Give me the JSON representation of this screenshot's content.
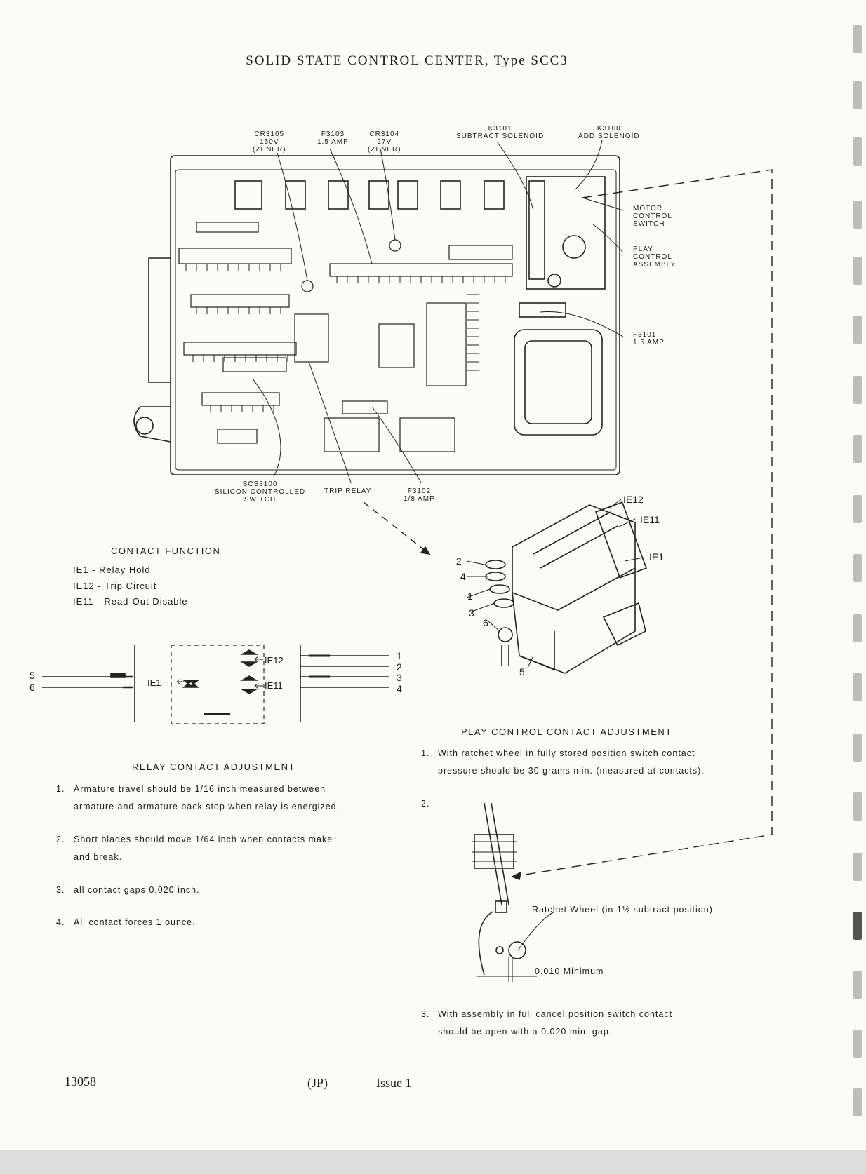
{
  "header": {
    "title": "SOLID STATE CONTROL CENTER, Type SCC3"
  },
  "board_labels": {
    "cr3105": {
      "code": "CR3105",
      "sub1": "150V",
      "sub2": "(ZENER)"
    },
    "f3103": {
      "code": "F3103",
      "sub1": "1.5 AMP"
    },
    "cr3104": {
      "code": "CR3104",
      "sub1": "27V",
      "sub2": "(ZENER)"
    },
    "k3101": {
      "code": "K3101",
      "sub1": "SUBTRACT SOLENOID"
    },
    "k3100": {
      "code": "K3100",
      "sub1": "ADD SOLENOID"
    },
    "motor_control": [
      "MOTOR",
      "CONTROL",
      "SWITCH"
    ],
    "play_control": [
      "PLAY",
      "CONTROL",
      "ASSEMBLY"
    ],
    "f3101": {
      "code": "F3101",
      "sub1": "1.5 AMP"
    },
    "scs3100": {
      "code": "SCS3100",
      "sub1": "SILICON CONTROLLED",
      "sub2": "SWITCH"
    },
    "trip_relay": "TRIP RELAY",
    "f3102": {
      "code": "F3102",
      "sub1": "1/8 AMP"
    }
  },
  "relay_drawing": {
    "contacts": [
      "IE12",
      "IE11",
      "IE1"
    ],
    "terminals": [
      "2",
      "4",
      "1",
      "3",
      "6",
      "5"
    ]
  },
  "contact_function": {
    "title": "CONTACT FUNCTION",
    "items": [
      "IE1  - Relay Hold",
      "IE12 - Trip Circuit",
      "IE11 - Read-Out Disable"
    ]
  },
  "schematic": {
    "left_terminals": [
      "5",
      "6"
    ],
    "right_terminals": [
      "1",
      "2",
      "3",
      "4"
    ],
    "labels": [
      "IE1",
      "IE12",
      "IE11"
    ]
  },
  "relay_adjustment": {
    "title": "RELAY CONTACT ADJUSTMENT",
    "steps": [
      {
        "num": "1.",
        "lines": [
          "Armature travel should be 1/16 inch measured between",
          "armature and armature back stop when relay is energized."
        ]
      },
      {
        "num": "2.",
        "lines": [
          "Short blades should move 1/64 inch when contacts make",
          "and break."
        ]
      },
      {
        "num": "3.",
        "lines": [
          "all contact gaps 0.020 inch."
        ]
      },
      {
        "num": "4.",
        "lines": [
          "All contact forces 1 ounce."
        ]
      }
    ]
  },
  "play_adjustment": {
    "title": "PLAY CONTROL CONTACT ADJUSTMENT",
    "step1": {
      "num": "1.",
      "lines": [
        "With ratchet wheel in fully stored position switch contact",
        "pressure should be 30 grams min. (measured at contacts)."
      ]
    },
    "step2": {
      "num": "2."
    },
    "ratchet_label": "Ratchet Wheel (in 1½ subtract position)",
    "gap_label": "0.010 Minimum",
    "step3": {
      "num": "3.",
      "lines": [
        "With assembly in full cancel position switch contact",
        "should be open with a 0.020 min. gap."
      ]
    }
  },
  "footer": {
    "doc_number": "13058",
    "code": "(JP)",
    "issue": "Issue 1"
  }
}
